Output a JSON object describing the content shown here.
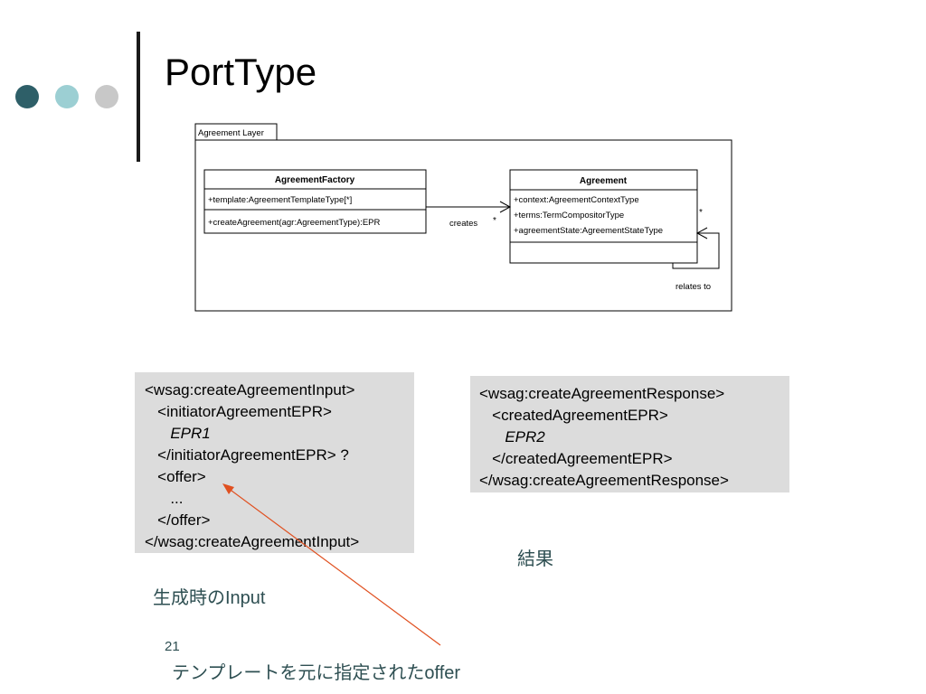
{
  "title": "PortType",
  "diagram": {
    "package_name": "Agreement Layer",
    "factory_class": {
      "name": "AgreementFactory",
      "attribute": "+template:AgreementTemplateType[*]",
      "operation": "+createAgreement(agr:AgreementType):EPR"
    },
    "agreement_class": {
      "name": "Agreement",
      "attributes": [
        "+context:AgreementContextType",
        "+terms:TermCompositorType",
        "+agreementState:AgreementStateType"
      ]
    },
    "creates_label": "creates",
    "creates_multiplicity": "*",
    "self_multiplicity": "*",
    "relates_label": "relates to"
  },
  "code_input": {
    "lines": [
      "<wsag:createAgreementInput>",
      "   <initiatorAgreementEPR>",
      "      EPR1",
      "   </initiatorAgreementEPR> ?",
      "   <offer>",
      "      ...",
      "   </offer>",
      "</wsag:createAgreementInput>"
    ]
  },
  "code_response": {
    "lines": [
      "<wsag:createAgreementResponse>",
      "   <createdAgreementEPR>",
      "      EPR2",
      "   </createdAgreementEPR>",
      "</wsag:createAgreementResponse>"
    ]
  },
  "labels": {
    "result": "結果",
    "input": "生成時のInput",
    "offer_note": "テンプレートを元に指定されたoffer",
    "page_number": "21"
  },
  "colors": {
    "dot_dark": "#2e5f68",
    "dot_light": "#9ccfd3",
    "dot_gray": "#c8c8c8",
    "code_bg": "#dcdcdc",
    "label_text": "#2e4f52",
    "arrow": "#e05020"
  }
}
